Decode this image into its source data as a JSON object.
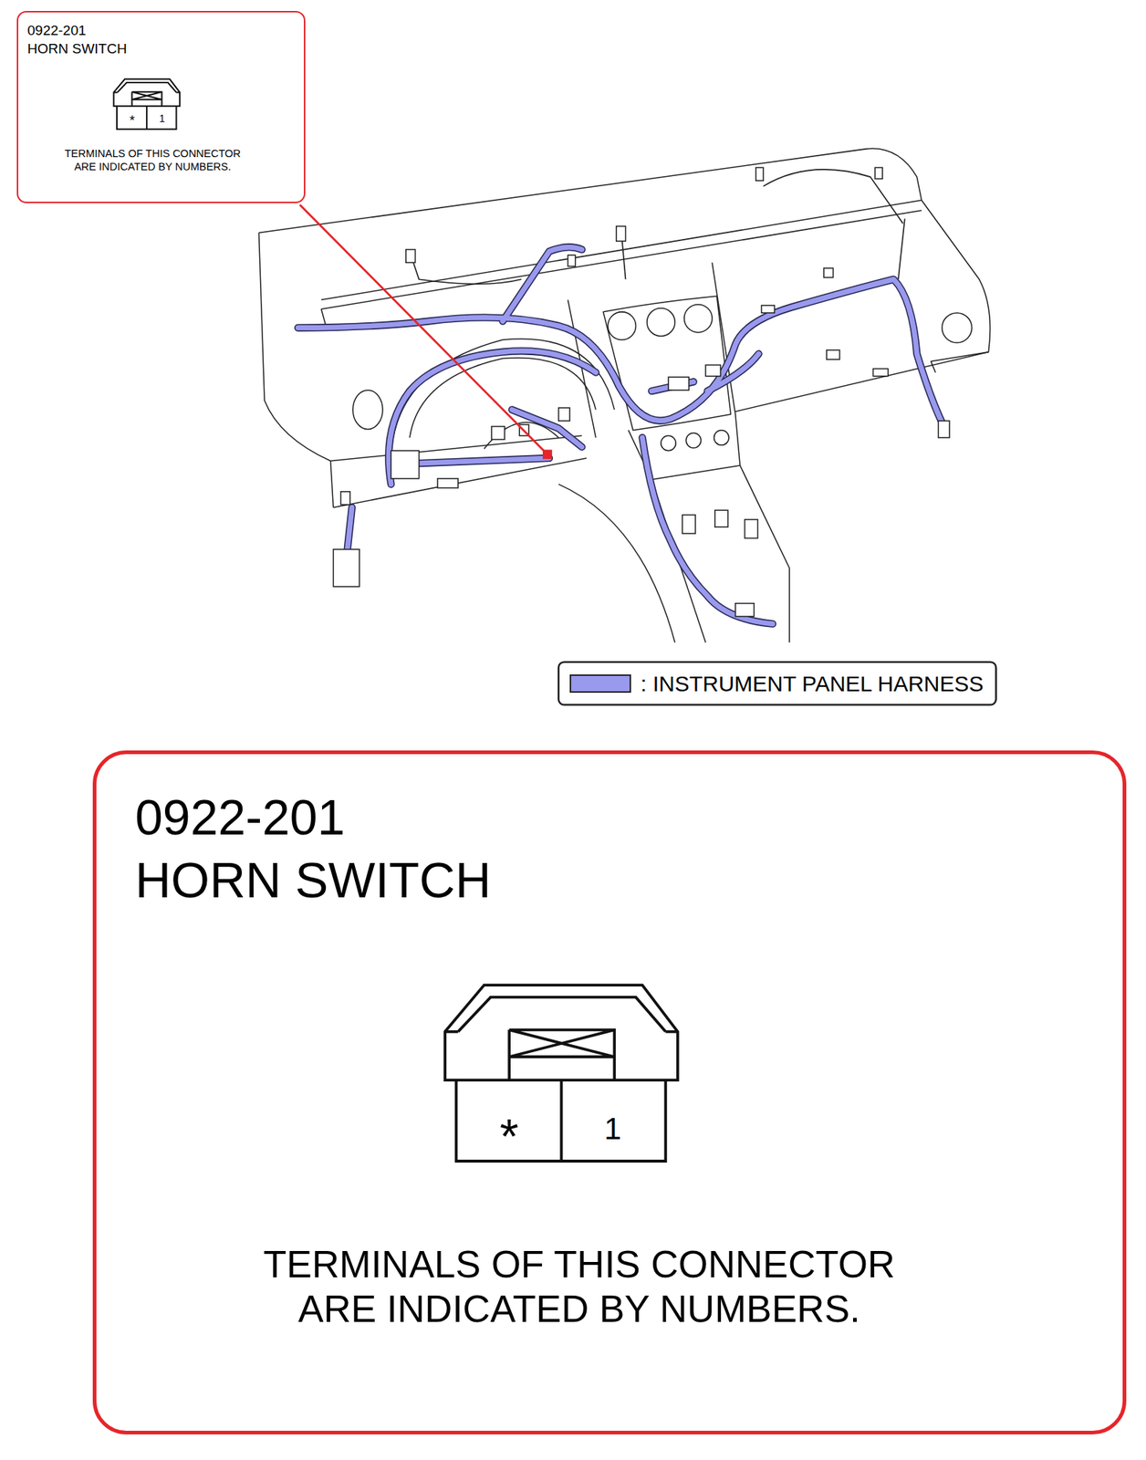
{
  "diagram": {
    "nodes": [
      {
        "text": [
          "0922-201",
          "HORN SWITCH",
          "TERMINALS OF THIS CONNECTOR ARE INDICATED BY NUMBERS."
        ]
      },
      {
        "text": [
          "0922-201",
          "HORN SWITCH",
          "TERMINALS OF THIS CONNECTOR ARE INDICATED BY NUMBERS."
        ]
      }
    ],
    "labels": [
      "*",
      "1",
      "*",
      "1"
    ],
    "legend": [
      {
        "text": ": INSTRUMENT PANEL HARNESS",
        "color": "#9999ee"
      }
    ]
  }
}
